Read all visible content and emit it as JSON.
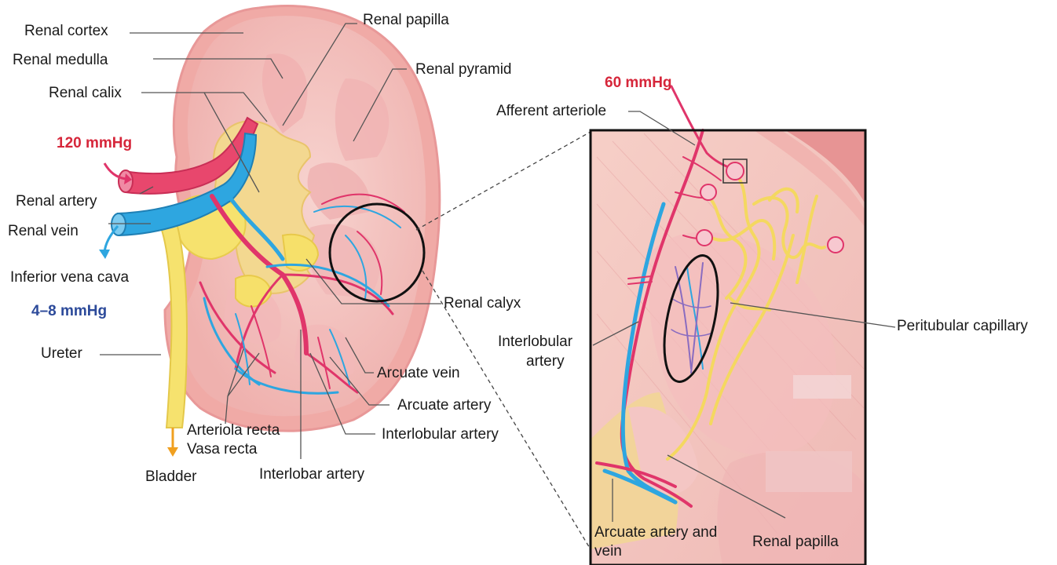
{
  "labels": {
    "renal_cortex": "Renal cortex",
    "renal_medulla": "Renal medulla",
    "renal_calix": "Renal calix",
    "renal_papilla_top": "Renal papilla",
    "renal_pyramid": "Renal pyramid",
    "renal_artery": "Renal artery",
    "renal_vein": "Renal vein",
    "inferior_vena_cava": "Inferior vena cava",
    "ureter": "Ureter",
    "renal_calyx": "Renal calyx",
    "arcuate_vein": "Arcuate vein",
    "arcuate_artery": "Arcuate artery",
    "interlobular_artery_left": "Interlobular artery",
    "arteriola_recta": "Arteriola recta",
    "vasa_recta": "Vasa recta",
    "bladder": "Bladder",
    "interlobar_artery": "Interlobar artery",
    "afferent_arteriole": "Afferent arteriole",
    "interlobular_artery_right_1": "Interlobular",
    "interlobular_artery_right_2": "artery",
    "peritubular_capillary": "Peritubular capillary",
    "arcuate_artery_and_vein_1": "Arcuate artery and",
    "arcuate_artery_and_vein_2": "vein",
    "renal_papilla_bottom": "Renal papilla"
  },
  "pressures": {
    "renal_artery": "120 mmHg",
    "venous": "4–8 mmHg",
    "afferent": "60 mmHg"
  },
  "colors": {
    "artery": "#e0356a",
    "vein": "#2ea6e0",
    "calyx": "#f6df6a",
    "tissue": "#f4c2c2",
    "cortex_edge": "#e79a9a",
    "pressure_red": "#d6263a",
    "pressure_blue": "#2c4a9a",
    "arrow_orange": "#f0a020"
  }
}
